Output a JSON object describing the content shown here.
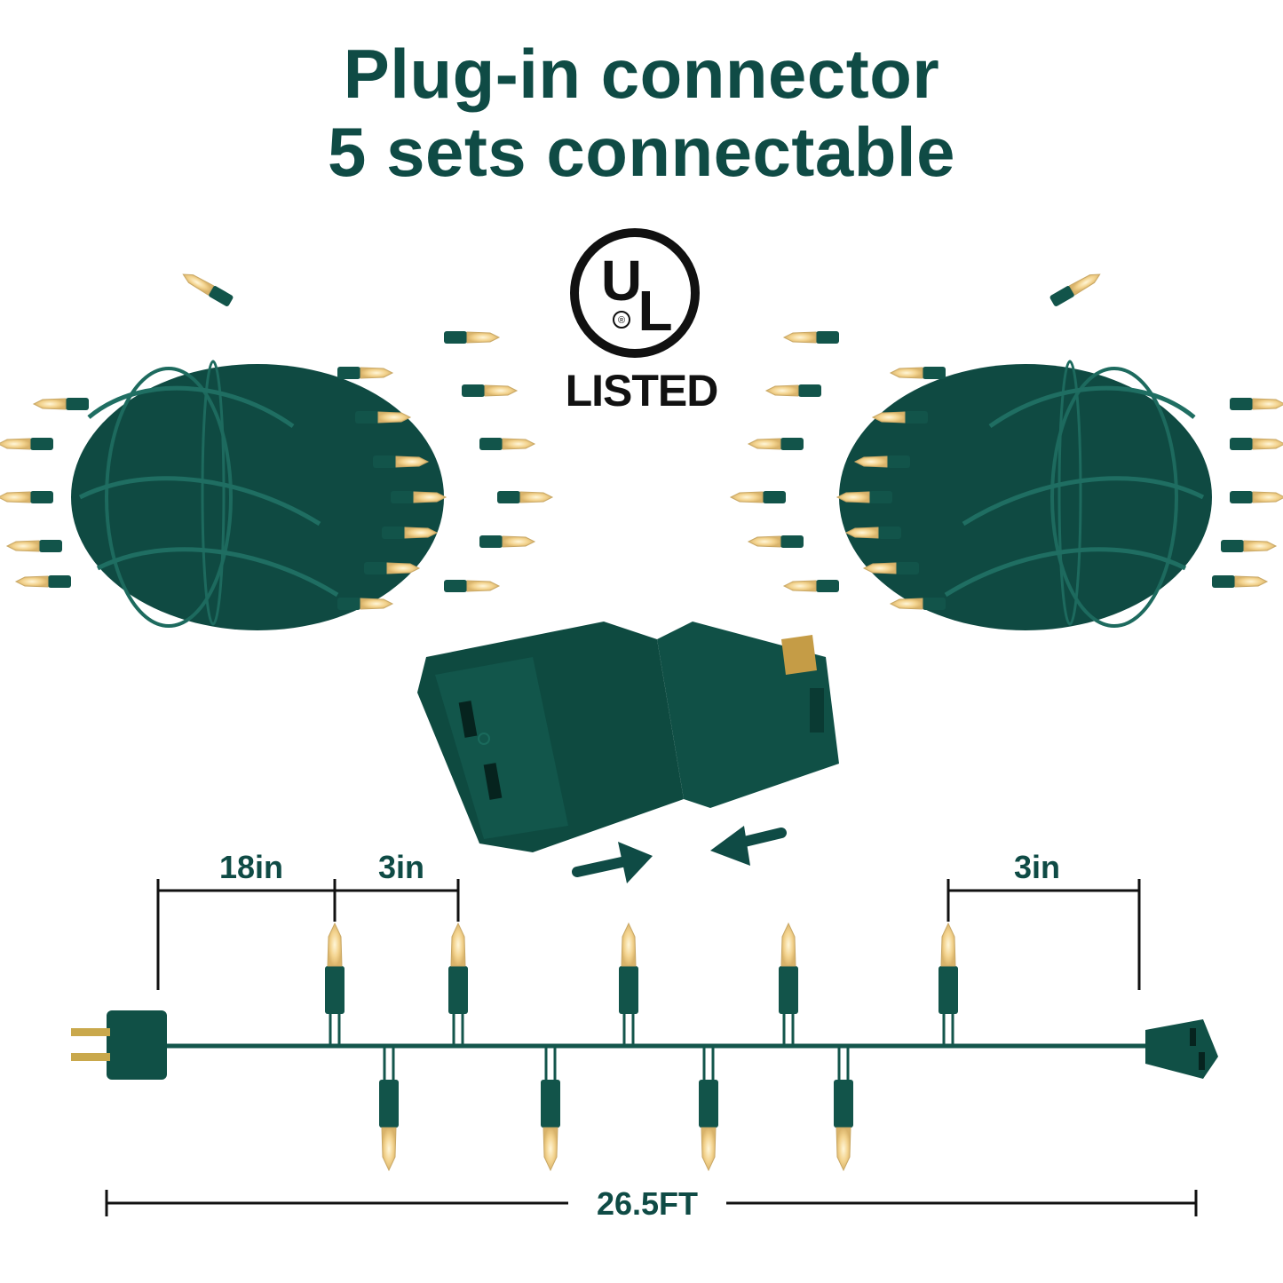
{
  "headline": {
    "line1": "Plug-in connector",
    "line2": "5 sets connectable"
  },
  "certification": {
    "logo_letters": "UL",
    "registered_mark": "®",
    "label": "LISTED"
  },
  "dimensions": {
    "lead_length": "18in",
    "bulb_spacing": "3in",
    "end_length": "3in",
    "total_length": "26.5FT"
  },
  "colors": {
    "brand_green": "#0f4b45",
    "wire_green": "#14564c",
    "bulb_glow": "#f7e2a8"
  }
}
